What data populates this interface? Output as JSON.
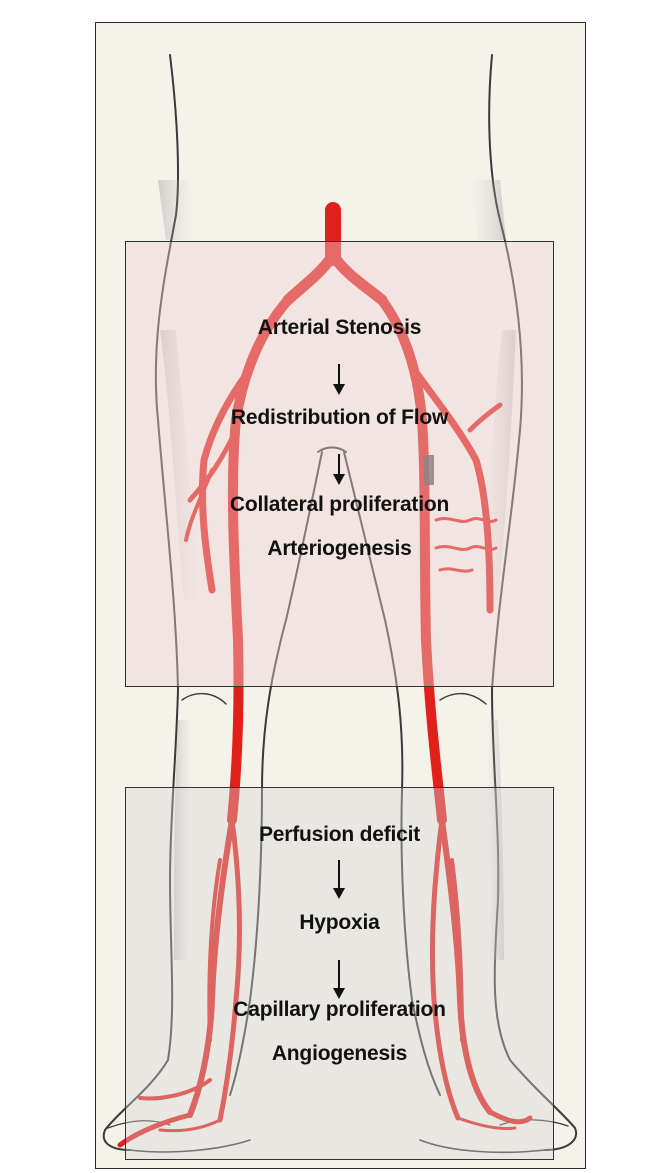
{
  "upper_box": {
    "line1": "Arterial Stenosis",
    "line2": "Redistribution of Flow",
    "line3": "Collateral proliferation",
    "line4": "Arteriogenesis"
  },
  "lower_box": {
    "line1": "Perfusion deficit",
    "line2": "Hypoxia",
    "line3": "Capillary proliferation",
    "line4": "Angiogenesis"
  },
  "colors": {
    "artery": "#e0201a",
    "skin_outline": "#3a3a3a",
    "upper_box_tint": "#ebd2d4",
    "lower_box_tint": "#d6d6d6",
    "paper": "#f5f2ea"
  }
}
